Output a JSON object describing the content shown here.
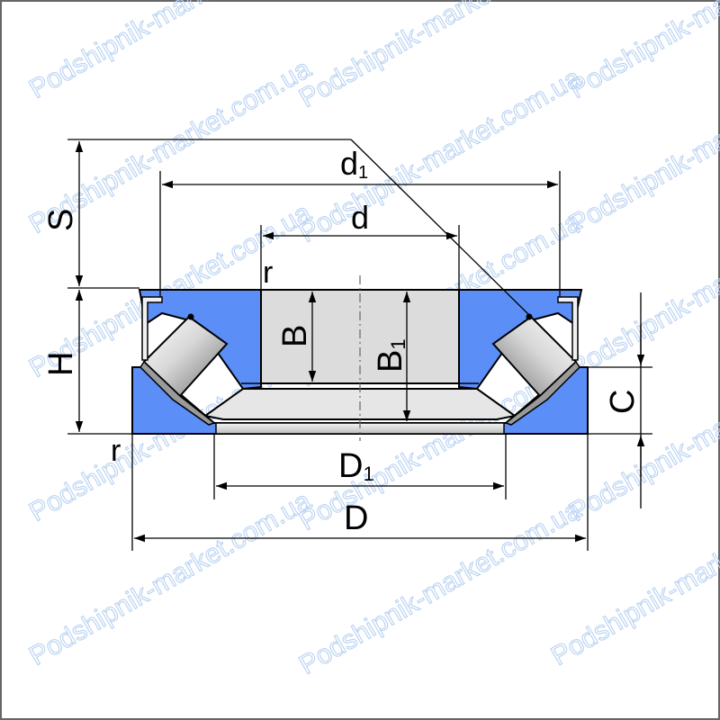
{
  "watermark": {
    "text": "Podshipnik-market.com.ua",
    "color": "#b9d2f2"
  },
  "colors": {
    "housing": "#5b8ef6",
    "roller_light": "#f2f2f2",
    "roller_dark": "#7a7a7a",
    "bore_fill": "#dcdcdc",
    "line": "#000000"
  },
  "labels": {
    "d1_main": "d",
    "d1_sub": "1",
    "d": "d",
    "r_top": "r",
    "r_bottom": "r",
    "B": "B",
    "B1_main": "B",
    "B1_sub": "1",
    "S": "S",
    "H": "H",
    "C": "C",
    "D1_main": "D",
    "D1_sub": "1",
    "D": "D"
  }
}
